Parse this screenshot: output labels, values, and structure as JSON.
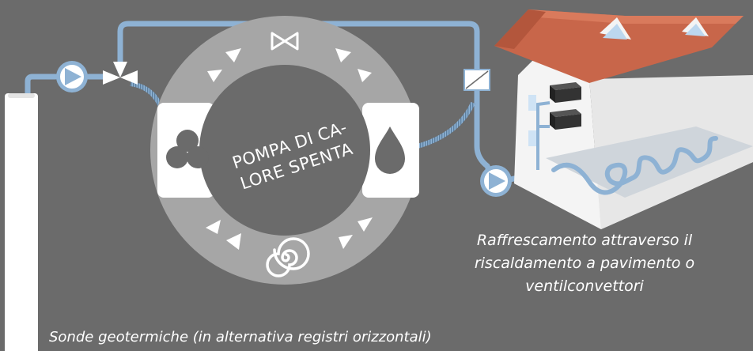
{
  "status": {
    "line1": "POMPA DI CA-",
    "line2": "LORE SPENTA"
  },
  "labels": {
    "probes": "Sonde geotermiche  (in alternativa registri orizzontali)",
    "cooling_line1": "Raffrescamento attraverso il",
    "cooling_line2": "riscaldamento a pavimento o",
    "cooling_line3": "ventilconvettori"
  },
  "colors": {
    "background": "#6b6b6b",
    "ring": "#a6a6a6",
    "center": "#6b6b6b",
    "pipe": "#8eb2d4",
    "pipe_dark": "#4f6f90",
    "roof": "#c8664a",
    "wall": "#f2f2f2"
  },
  "icons": [
    "fan-icon",
    "water-drop-icon",
    "expansion-valve-icon",
    "spiral-compressor-icon",
    "circulation-pump-icon",
    "three-way-valve-icon",
    "heat-exchanger-icon"
  ]
}
